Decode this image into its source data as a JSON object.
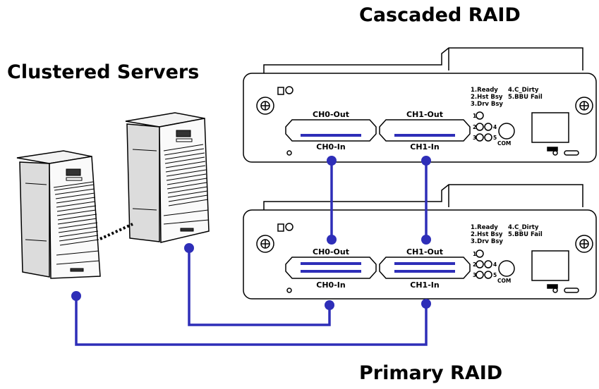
{
  "titles": {
    "cascaded": "Cascaded RAID",
    "clustered": "Clustered Servers",
    "primary": "Primary RAID"
  },
  "raid_cascaded": {
    "ports": {
      "ch0_out": "CH0-Out",
      "ch0_in": "CH0-In",
      "ch1_out": "CH1-Out",
      "ch1_in": "CH1-In"
    },
    "legend": {
      "l1": "1.Ready",
      "l2": "2.Hst Bsy",
      "l3": "3.Drv Bsy",
      "l4": "4.C_Dirty",
      "l5": "5.BBU Fail"
    },
    "led_numbers": {
      "n1": "1",
      "n2": "2",
      "n3": "3",
      "n4": "4",
      "n5": "5"
    },
    "com": "COM"
  },
  "raid_primary": {
    "ports": {
      "ch0_out": "CH0-Out",
      "ch0_in": "CH0-In",
      "ch1_out": "CH1-Out",
      "ch1_in": "CH1-In"
    },
    "legend": {
      "l1": "1.Ready",
      "l2": "2.Hst Bsy",
      "l3": "3.Drv Bsy",
      "l4": "4.C_Dirty",
      "l5": "5.BBU Fail"
    },
    "led_numbers": {
      "n1": "1",
      "n2": "2",
      "n3": "3",
      "n4": "4",
      "n5": "5"
    },
    "com": "COM"
  },
  "colors": {
    "cable": "#2e2eb8",
    "outline": "#000000",
    "background": "#ffffff"
  }
}
